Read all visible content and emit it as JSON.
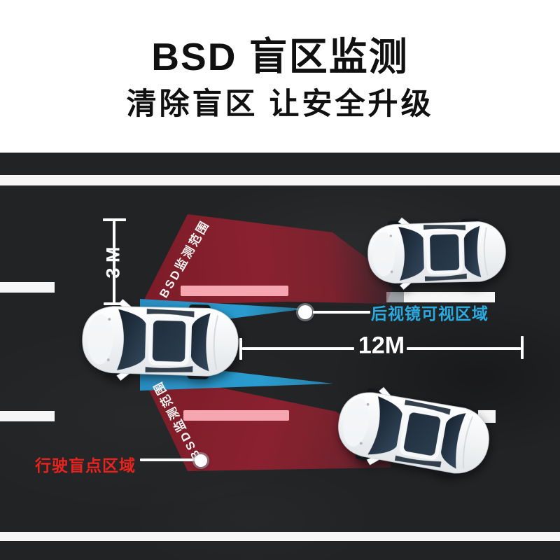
{
  "header": {
    "title": "BSD 盲区监测",
    "subtitle": "清除盲区 让安全升级"
  },
  "scene": {
    "bsd_zone_label": "BSD监测范围",
    "mirror_zone_label": "后视镜可视区域",
    "blind_spot_label": "行驶盲点区域",
    "lateral_distance_label": "3 M",
    "longitudinal_distance_label": "12M",
    "colors": {
      "road": "#222325",
      "lane_marking_white": "#f6f6f6",
      "lane_marking_gray": "#9aa0a5",
      "lane_highlight_pink": "#f5a6b0",
      "bsd_zone_red": "#8f2130",
      "mirror_zone_blue": "#2aa7de",
      "mirror_label_color": "#29abe2",
      "blind_spot_label_color": "#e8231e",
      "measurement_color": "#ffffff"
    },
    "cars": [
      {
        "name": "main-car"
      },
      {
        "name": "upper-lane-car"
      },
      {
        "name": "lower-lane-car"
      }
    ]
  }
}
